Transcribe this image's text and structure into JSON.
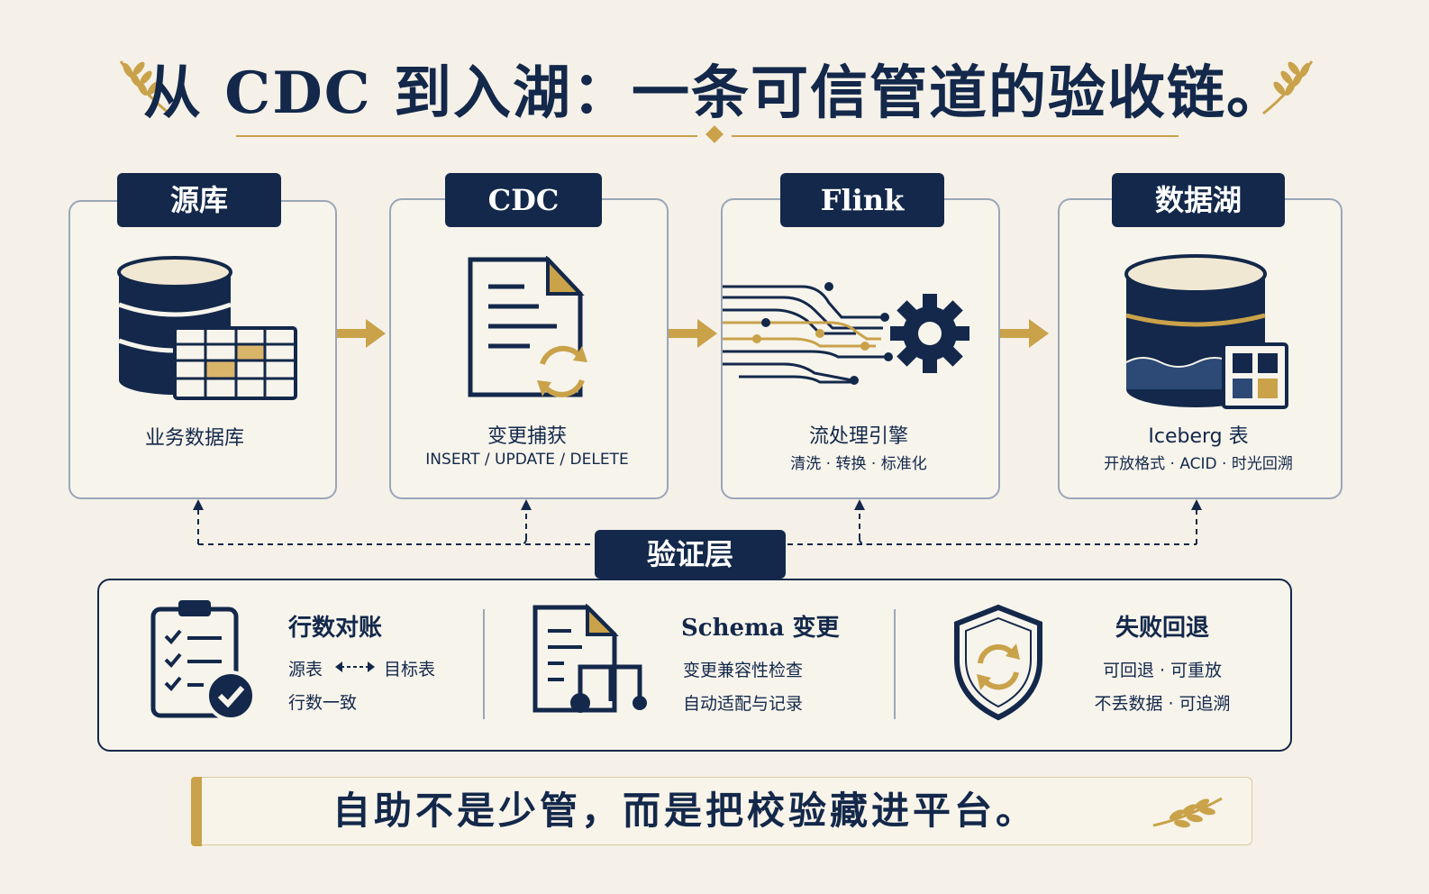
{
  "title": "从 CDC 到入湖：一条可信管道的验收链。",
  "stages": [
    {
      "tag": "源库",
      "label": "业务数据库",
      "sub": ""
    },
    {
      "tag": "CDC",
      "label": "变更捕获",
      "sub": "INSERT / UPDATE / DELETE"
    },
    {
      "tag": "Flink",
      "label": "流处理引擎",
      "sub": "清洗 · 转换 · 标准化"
    },
    {
      "tag": "数据湖",
      "label": "Iceberg 表",
      "sub": "开放格式 · ACID · 时光回溯"
    }
  ],
  "verify": {
    "tag": "验证层",
    "items": [
      {
        "title": "行数对账",
        "line1_left": "源表",
        "line1_right": "目标表",
        "line2": "行数一致"
      },
      {
        "title": "Schema 变更",
        "line1": "变更兼容性检查",
        "line2": "自动适配与记录"
      },
      {
        "title": "失败回退",
        "line1": "可回退 · 可重放",
        "line2": "不丢数据 · 可追溯"
      }
    ]
  },
  "footer": "自助不是少管，而是把校验藏进平台。",
  "colors": {
    "navy": "#13284a",
    "gold": "#c9a24a",
    "background": "#f5f1e8"
  }
}
